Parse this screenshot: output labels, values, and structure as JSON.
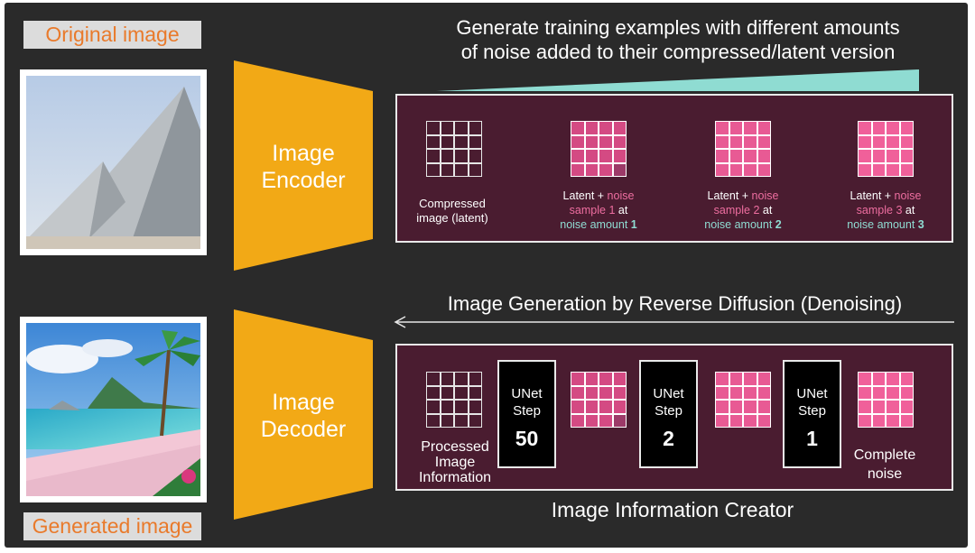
{
  "top": {
    "original_label": "Original image",
    "heading": "Generate training examples with different amounts of noise added to their compressed/latent version",
    "heading_line1": "Generate training examples with different amounts",
    "heading_line2": "of noise added to their compressed/latent version",
    "encoder_line1": "Image",
    "encoder_line2": "Encoder",
    "latents": [
      {
        "line1": "Compressed",
        "line2": "image (latent)"
      },
      {
        "plain1": "Latent + ",
        "pink1": "noise",
        "pink2": "sample 1",
        "plain2": " at",
        "teal": "noise amount ",
        "num": "1"
      },
      {
        "plain1": "Latent + ",
        "pink1": "noise",
        "pink2": "sample 2",
        "plain2": " at",
        "teal": "noise amount ",
        "num": "2"
      },
      {
        "plain1": "Latent + ",
        "pink1": "noise",
        "pink2": "sample 3",
        "plain2": " at",
        "teal": "noise amount ",
        "num": "3"
      }
    ]
  },
  "bottom": {
    "generated_label": "Generated image",
    "heading": "Image Generation by Reverse Diffusion (Denoising)",
    "decoder_line1": "Image",
    "decoder_line2": "Decoder",
    "processed_line1": "Processed",
    "processed_line2": "Image",
    "processed_line3": "Information",
    "unets": [
      {
        "line1": "UNet",
        "line2": "Step",
        "num": "50"
      },
      {
        "line1": "UNet",
        "line2": "Step",
        "num": "2"
      },
      {
        "line1": "UNet",
        "line2": "Step",
        "num": "1"
      }
    ],
    "complete_line1": "Complete",
    "complete_line2": "noise",
    "creator_label": "Image Information Creator"
  },
  "colors": {
    "background": "#2a2a2a",
    "encoder": "#f2a916",
    "panel": "#4a1c30",
    "label_text": "#e97a2b",
    "noise_pink": "#ee6ea0",
    "teal": "#8fdcd2"
  }
}
